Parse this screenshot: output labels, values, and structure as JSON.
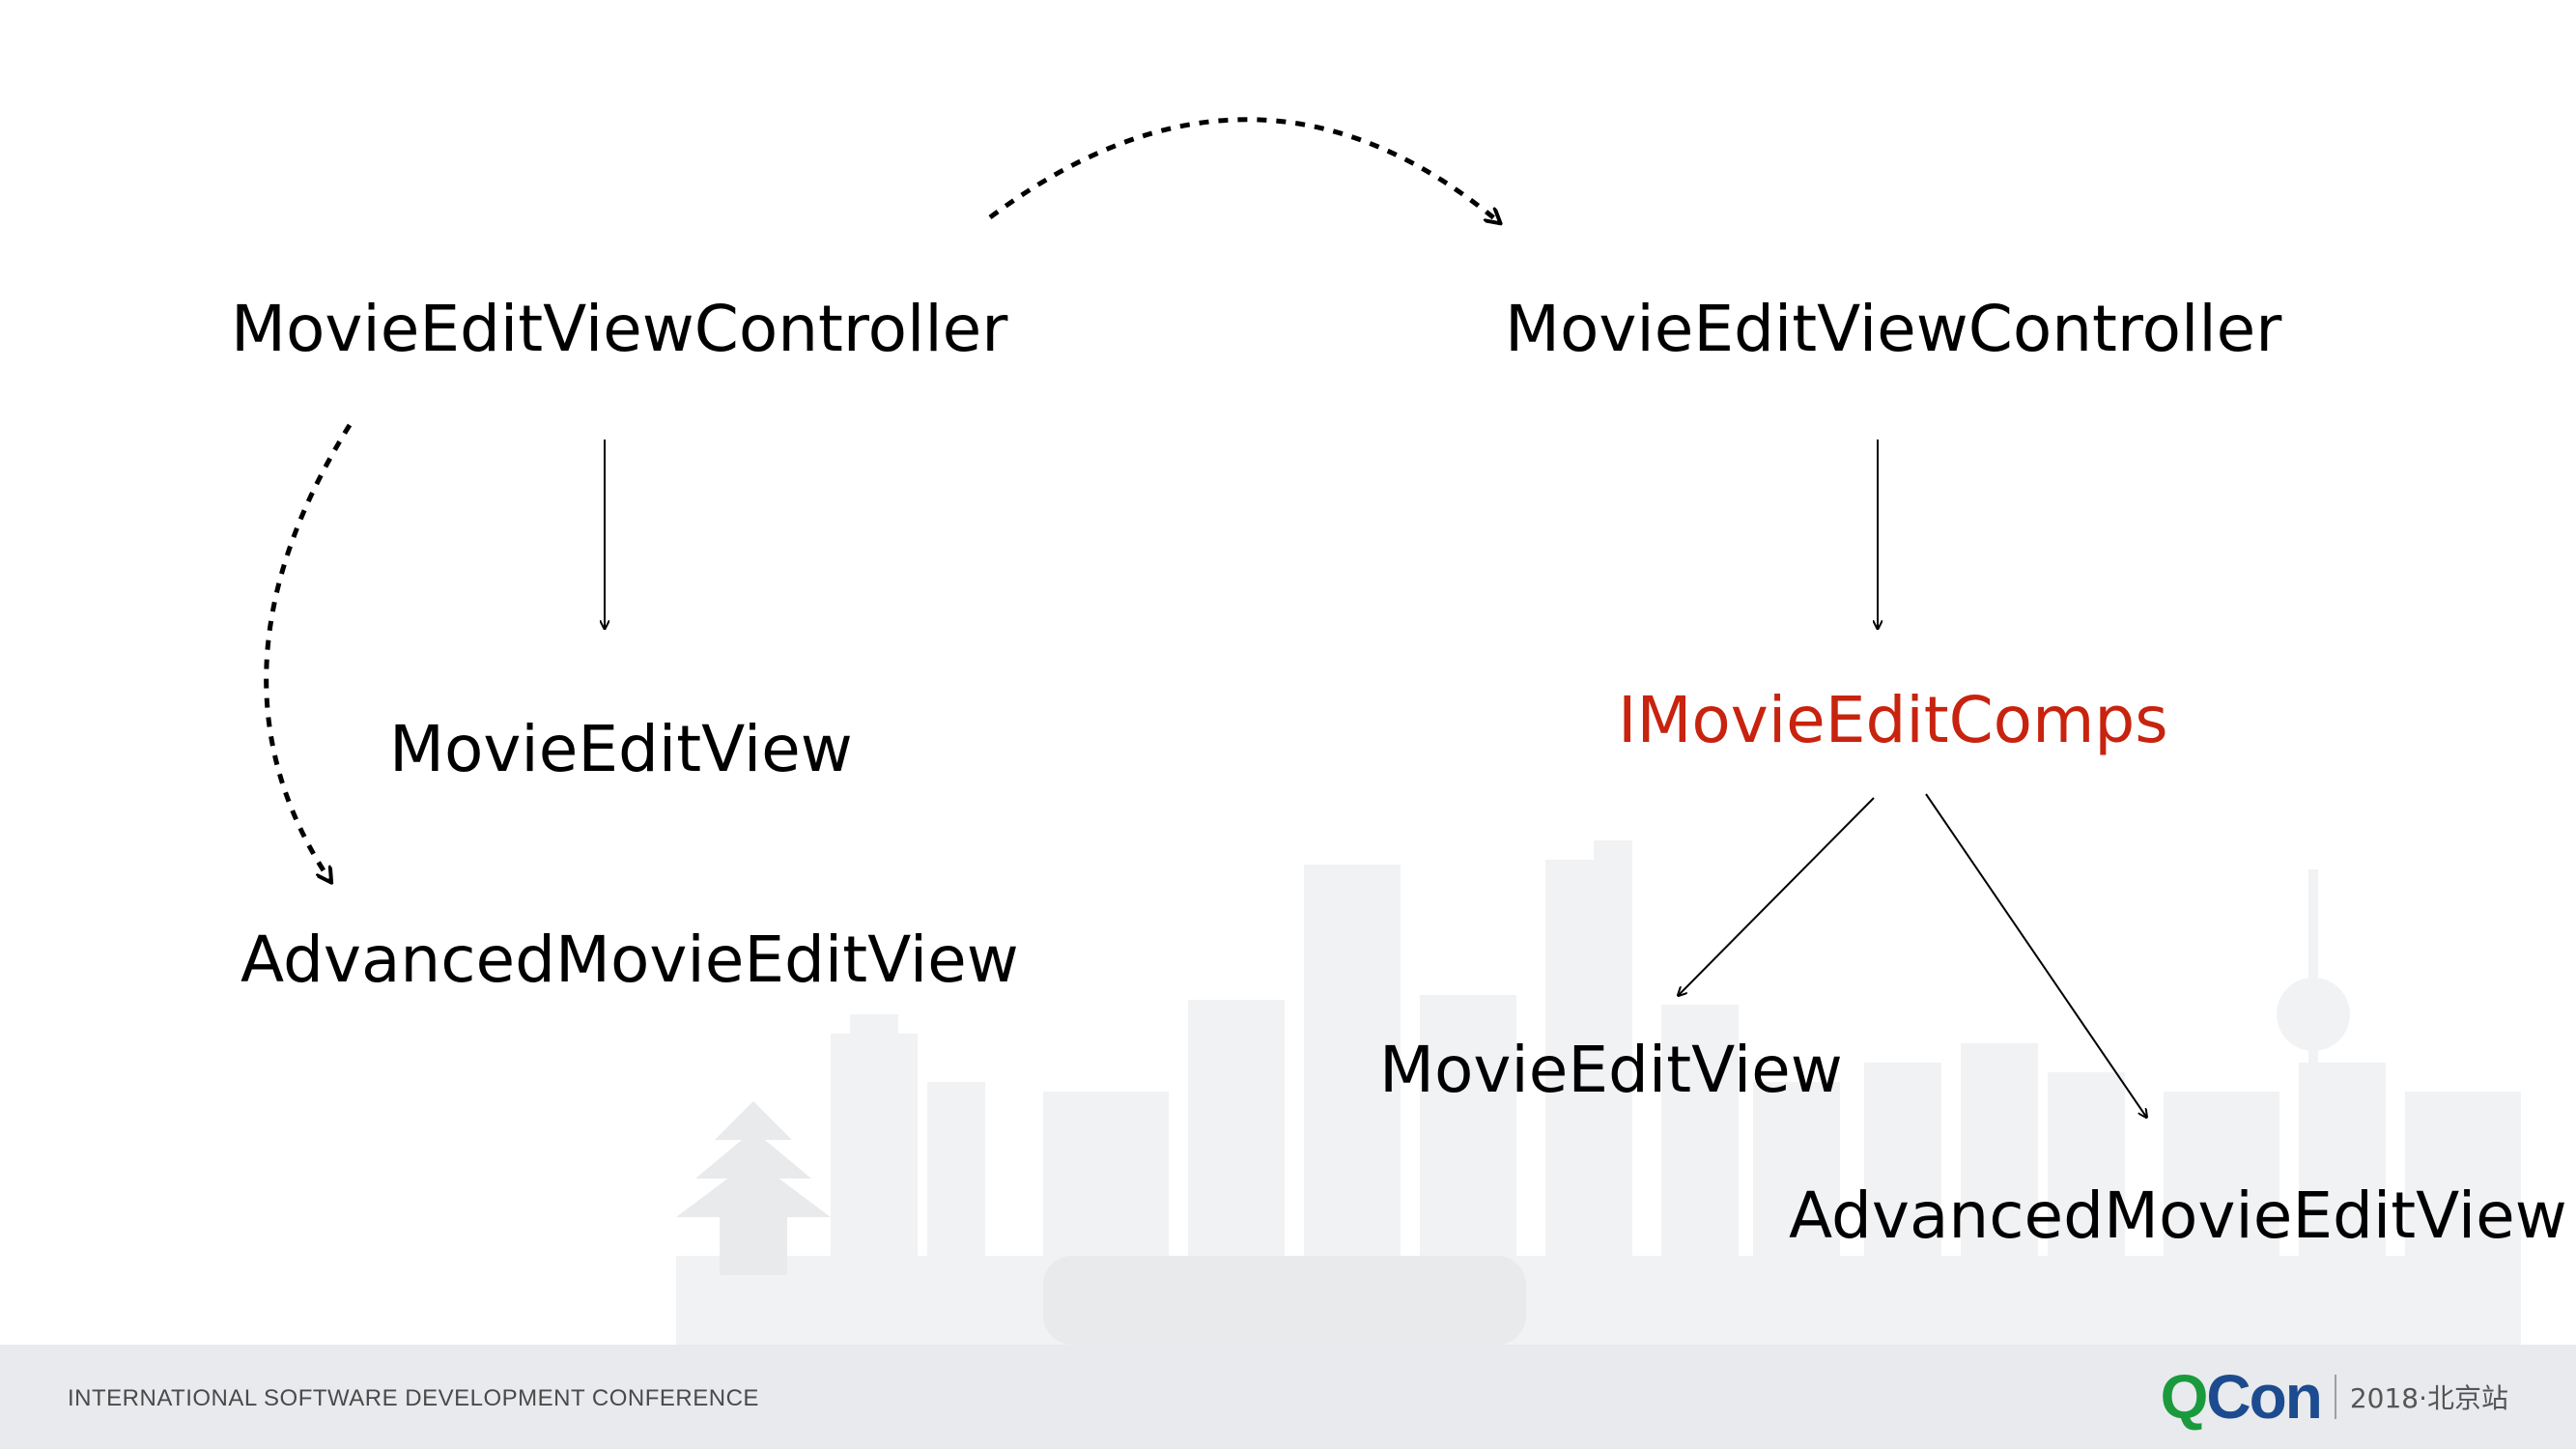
{
  "diagram": {
    "left": {
      "controller": "MovieEditViewController",
      "view": "MovieEditView",
      "advanced_view": "AdvancedMovieEditView"
    },
    "right": {
      "controller": "MovieEditViewController",
      "interface": "IMovieEditComps",
      "view": "MovieEditView",
      "advanced_view": "AdvancedMovieEditView"
    },
    "colors": {
      "text": "#000000",
      "interface_text": "#c8230f",
      "arrow": "#000000"
    }
  },
  "footer": {
    "conference": "INTERNATIONAL SOFTWARE DEVELOPMENT CONFERENCE",
    "brand_q": "Q",
    "brand_con": "Con",
    "edition": "2018·北京站"
  }
}
